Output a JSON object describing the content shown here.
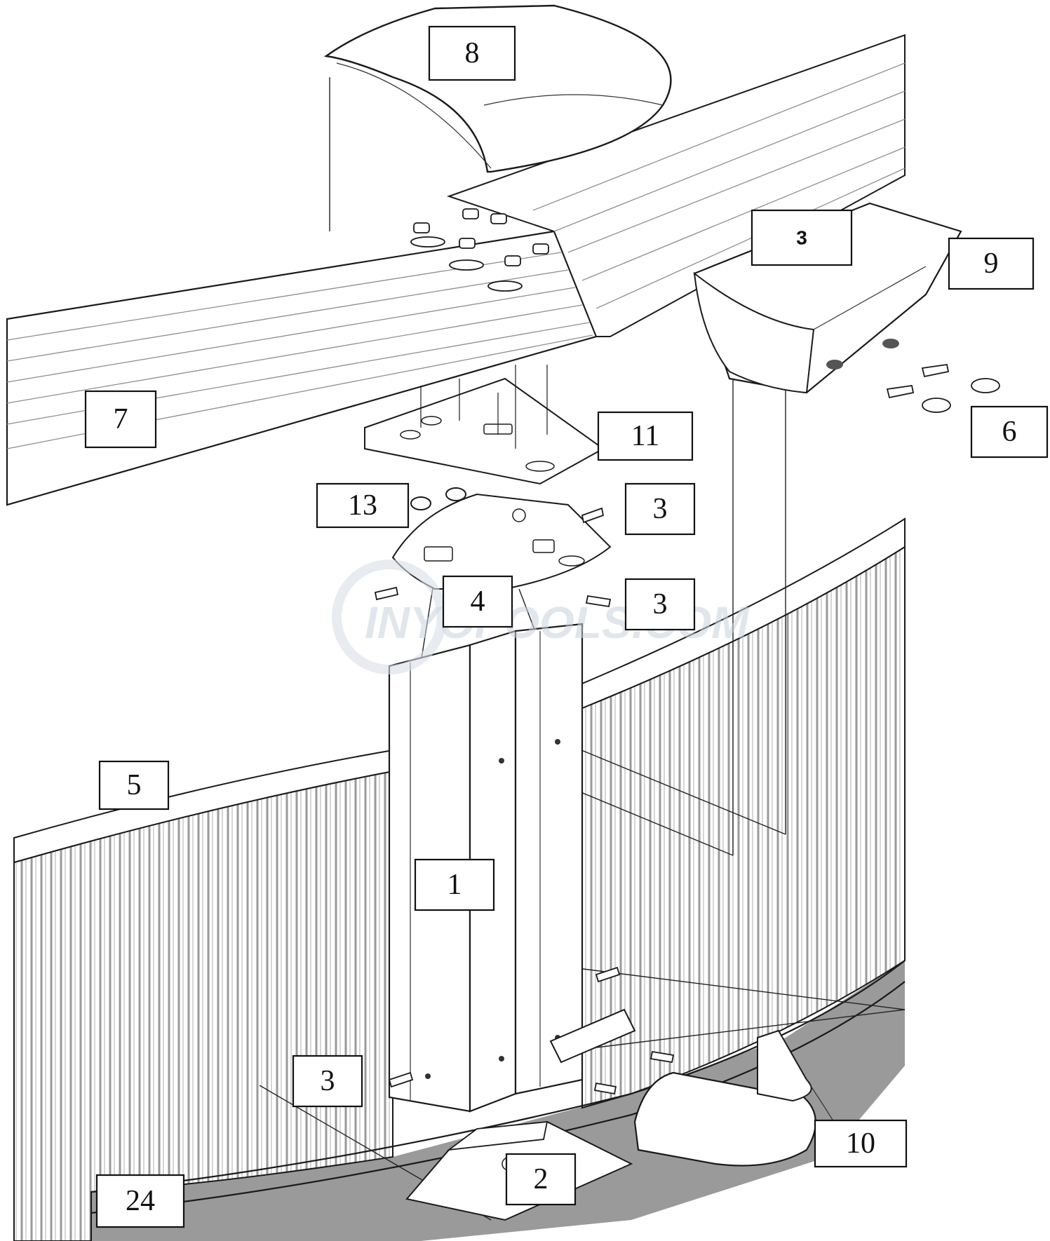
{
  "callouts": {
    "c8": "8",
    "c9": "9",
    "c3a": "3",
    "c6": "6",
    "c7": "7",
    "c11": "11",
    "c13": "13",
    "c3b": "3",
    "c4": "4",
    "c3c": "3",
    "c5": "5",
    "c1": "1",
    "c3d": "3",
    "c10": "10",
    "c2": "2",
    "c24": "24"
  },
  "watermark": {
    "brand": "INYOPOOLS.COM"
  },
  "colors": {
    "ground": "#9a9a9a",
    "panel": "#ffffff",
    "stroke": "#1a1a1a"
  }
}
